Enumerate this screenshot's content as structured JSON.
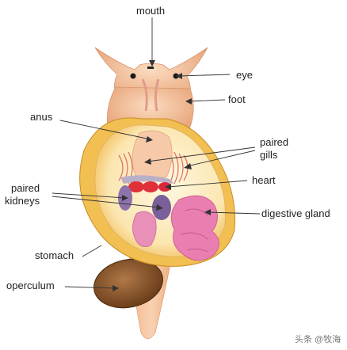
{
  "labels": {
    "mouth": "mouth",
    "eye": "eye",
    "foot": "foot",
    "anus": "anus",
    "paired_gills_line1": "paired",
    "paired_gills_line2": "gills",
    "heart": "heart",
    "paired_kidneys_line1": "paired",
    "paired_kidneys_line2": "kidneys",
    "digestive_gland": "digestive gland",
    "stomach": "stomach",
    "operculum": "operculum"
  },
  "watermark": "头条 @牧海",
  "colors": {
    "body": "#f4c5a0",
    "shell_rim": "#f0c050",
    "mantle": "#fff3d6",
    "gills": "#e07a70",
    "heart": "#e0303a",
    "kidney": "#8a6ea8",
    "digestive_gland": "#e87fb0",
    "operculum": "#7a4a1e",
    "leader_line": "#333333"
  }
}
